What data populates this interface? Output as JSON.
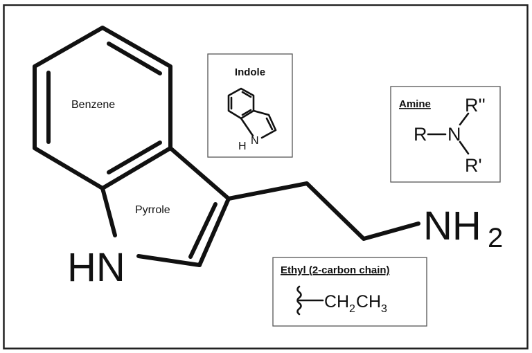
{
  "molecule": {
    "amine_group": {
      "main": "NH",
      "subscript": "2"
    },
    "ring_nitrogen": "HN",
    "benzene_label": "Benzene",
    "pyrrole_label": "Pyrrole"
  },
  "indole_box": {
    "title": "Indole",
    "nitrogen": "N",
    "hydrogen": "H"
  },
  "amine_box": {
    "title": "Amine",
    "center_atom": "N",
    "left_group": "R",
    "upper_group": "R''",
    "lower_group": "R'"
  },
  "ethyl_box": {
    "title": "Ethyl (2-carbon chain)",
    "group1": "CH",
    "sub1": "2",
    "group2": "CH",
    "sub2": "3"
  },
  "colors": {
    "ink": "#111111",
    "box_border": "#555555",
    "frame": "#222222"
  }
}
